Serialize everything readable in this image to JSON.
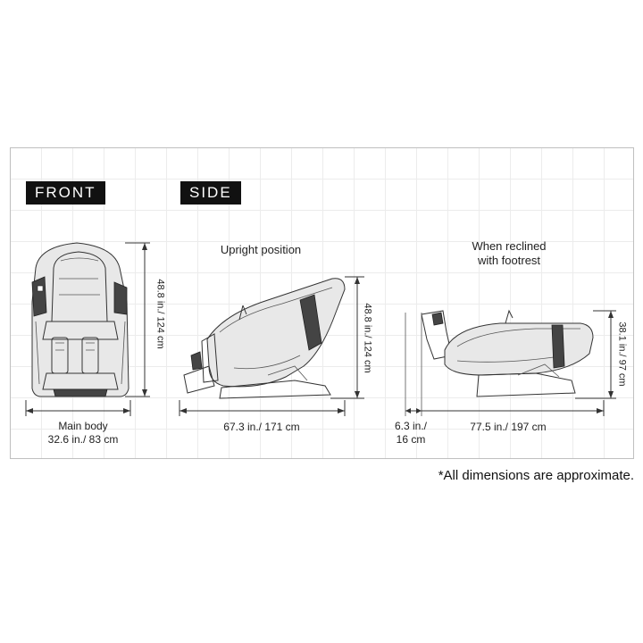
{
  "labels": {
    "front": "FRONT",
    "side": "SIDE",
    "upright": "Upright position",
    "reclined_line1": "When reclined",
    "reclined_line2": "with footrest"
  },
  "dimensions": {
    "front_height": "48.8 in./ 124 cm",
    "front_width_line1": "Main body",
    "front_width_line2": "32.6 in./ 83 cm",
    "side_height": "48.8 in./ 124 cm",
    "side_length": "67.3 in./ 171 cm",
    "reclined_height": "38.1 in./ 97 cm",
    "footrest_ext_line1": "6.3 in./",
    "footrest_ext_line2": "16 cm",
    "reclined_length": "77.5 in./ 197 cm"
  },
  "footnote": "*All dimensions are approximate."
}
